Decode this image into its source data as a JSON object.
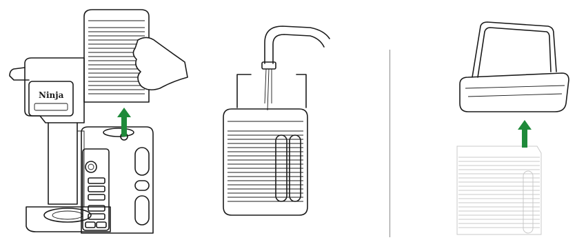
{
  "brand_logo": "Ninja",
  "colors": {
    "arrow": "#1f8a3a",
    "line": "#1a1a1a",
    "faded": "#c8c8c8",
    "divider": "#8a8a8a"
  },
  "steps": [
    {
      "name": "remove-reservoir",
      "arrow": "up"
    },
    {
      "name": "fill-reservoir-at-sink",
      "arrow": null
    },
    {
      "name": "remove-reservoir-lid",
      "arrow": "up"
    }
  ]
}
